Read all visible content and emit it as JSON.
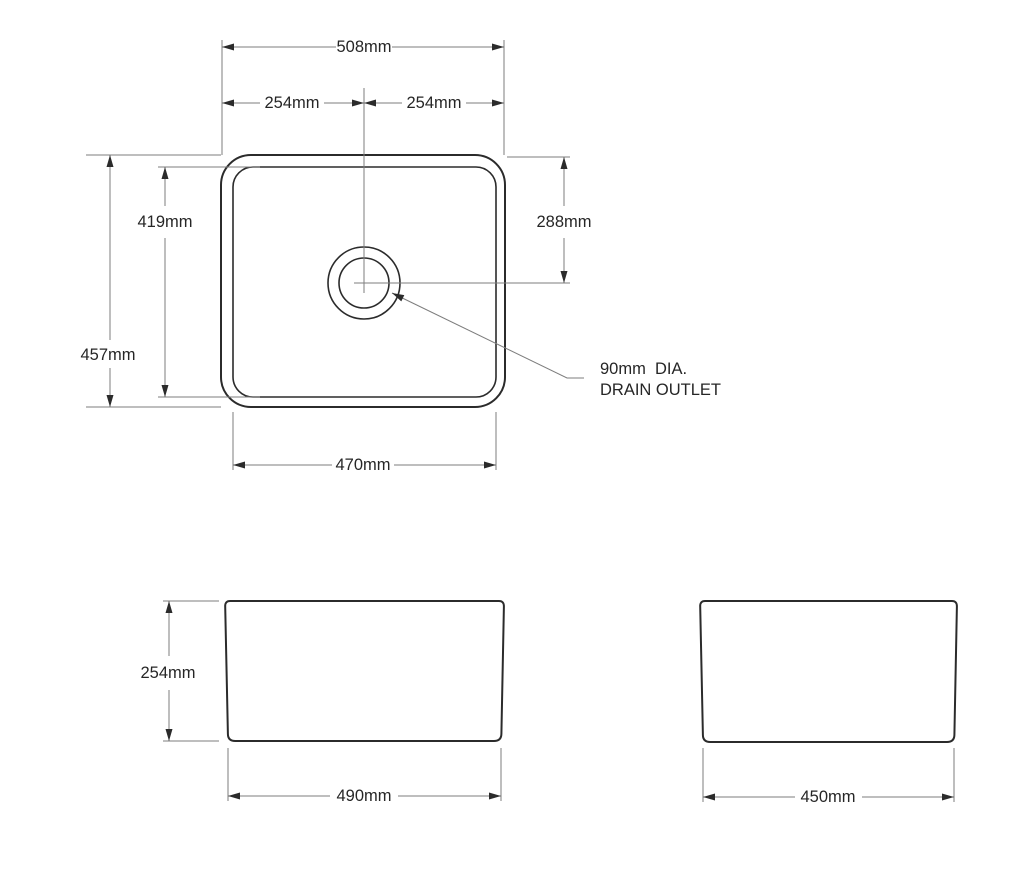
{
  "drawing_title": "sink-technical-drawing",
  "colors": {
    "background": "#ffffff",
    "object_line": "#2b2b2b",
    "dimension_line": "#7d7d7d",
    "text": "#262626"
  },
  "plan_view": {
    "dims": {
      "overall_width": "508mm",
      "left_half_width": "254mm",
      "right_half_width": "254mm",
      "inner_depth": "419mm",
      "overall_depth": "457mm",
      "drain_offset_from_top": "288mm",
      "inner_width": "470mm"
    },
    "drain_note": {
      "line1": "90mm  DIA.",
      "line2": "DRAIN OUTLET"
    }
  },
  "front_view": {
    "dims": {
      "height": "254mm",
      "width": "490mm"
    }
  },
  "side_view": {
    "dims": {
      "width": "450mm"
    }
  }
}
